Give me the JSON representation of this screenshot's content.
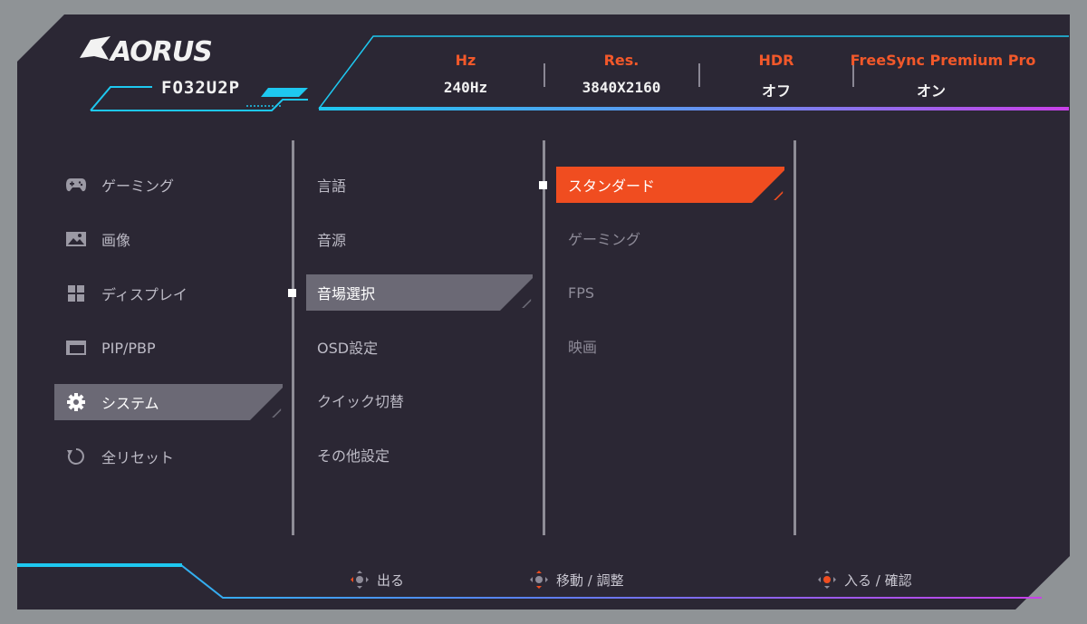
{
  "header": {
    "brand": "AORUS",
    "model": "FO32U2P",
    "stats": [
      {
        "label": "Hz",
        "value": "240Hz"
      },
      {
        "label": "Res.",
        "value": "3840X2160"
      },
      {
        "label": "HDR",
        "value": "オフ"
      },
      {
        "label": "FreeSync Premium Pro",
        "value": "オン"
      }
    ]
  },
  "menu": {
    "categories": [
      {
        "label": "ゲーミング",
        "icon": "gamepad-icon"
      },
      {
        "label": "画像",
        "icon": "picture-icon"
      },
      {
        "label": "ディスプレイ",
        "icon": "display-grid-icon"
      },
      {
        "label": "PIP/PBP",
        "icon": "pip-icon"
      },
      {
        "label": "システム",
        "icon": "gear-icon",
        "selected": true
      },
      {
        "label": "全リセット",
        "icon": "reset-icon"
      }
    ],
    "system_items": [
      {
        "label": "言語"
      },
      {
        "label": "音源"
      },
      {
        "label": "音場選択",
        "selected": true
      },
      {
        "label": "OSD設定"
      },
      {
        "label": "クイック切替"
      },
      {
        "label": "その他設定"
      }
    ],
    "sound_modes": [
      {
        "label": "スタンダード",
        "selected": true
      },
      {
        "label": "ゲーミング"
      },
      {
        "label": "FPS"
      },
      {
        "label": "映画"
      }
    ]
  },
  "footer": {
    "exit": "出る",
    "move": "移動 / 調整",
    "enter": "入る / 確認"
  },
  "colors": {
    "accent_orange": "#f04d20",
    "label_orange": "#f2582a",
    "accent_cyan": "#1ec8f0",
    "accent_magenta": "#c840e8",
    "background": "#2b2734"
  }
}
